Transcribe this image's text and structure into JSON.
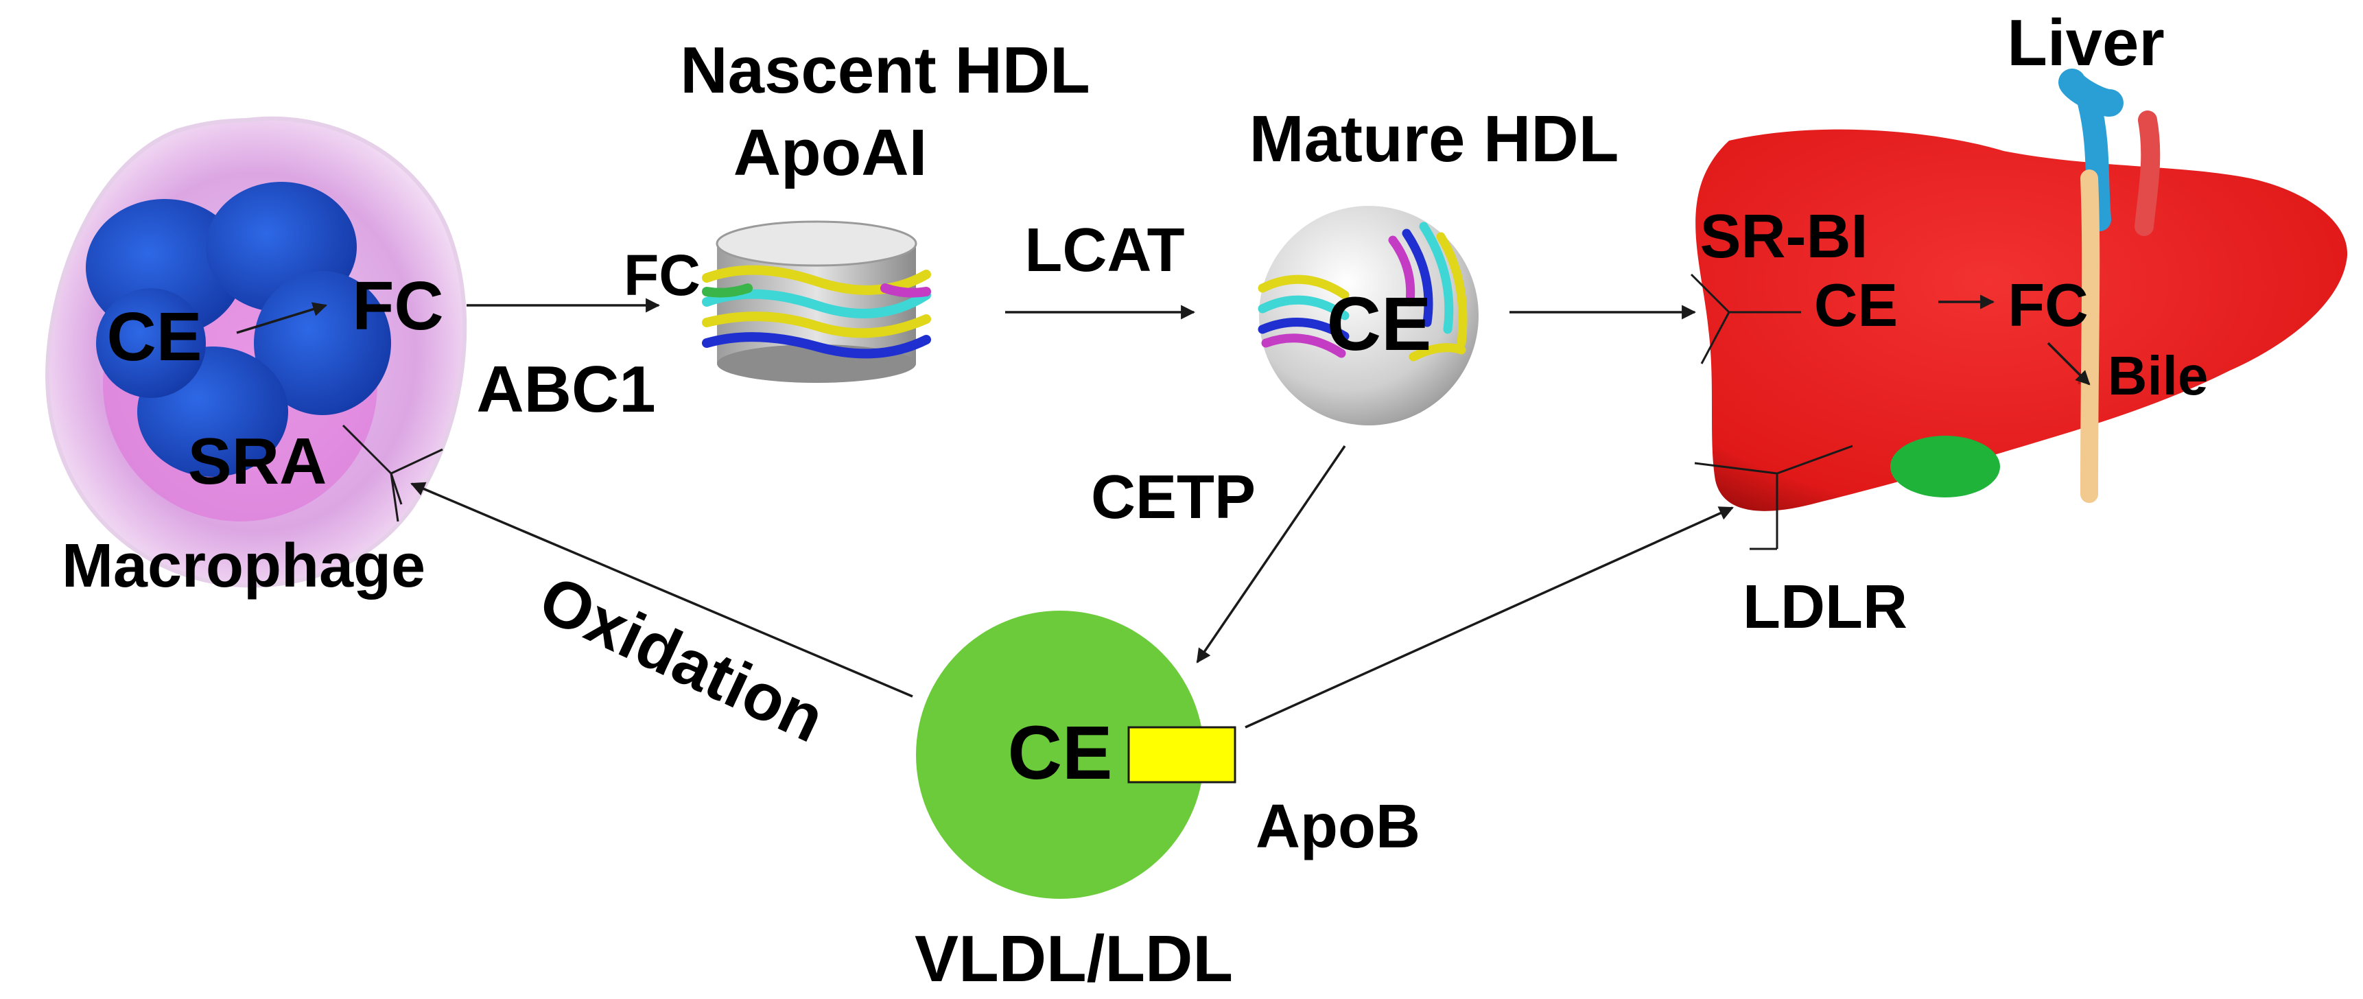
{
  "labels": {
    "nascent_hdl": "Nascent HDL",
    "apoai": "ApoAI",
    "mature_hdl": "Mature HDL",
    "liver": "Liver",
    "sr_bi": "SR-BI",
    "lcat": "LCAT",
    "fc_nascent": "FC",
    "fc_macrophage": "FC",
    "ce_macrophage": "CE",
    "abc1": "ABC1",
    "sra": "SRA",
    "macrophage": "Macrophage",
    "ce_mature": "CE",
    "ce_liver": "CE",
    "fc_liver": "FC",
    "bile": "Bile",
    "cetp": "CETP",
    "ldlr": "LDLR",
    "oxidation": "Oxidation",
    "ce_ldl": "CE",
    "apob": "ApoB",
    "vldl_ldl": "VLDL/LDL"
  },
  "colors": {
    "liver": "#e81d1d",
    "liver_dark": "#b80f0f",
    "gallbladder": "#1fb33a",
    "bile_duct": "#f2c98e",
    "hepatic_vein": "#2a9fd6",
    "artery": "#e34a4a",
    "ldl_particle": "#6ccb3a",
    "apob_box": "#ffff00",
    "macrophage_cytoplasm": "#e6b3ec",
    "macrophage_nucleus": "#1f4fd1",
    "hdl_sphere": "#d8d8d8",
    "helix_yellow": "#e0d61a",
    "helix_cyan": "#3fd6d6",
    "helix_blue": "#1f2fd0",
    "helix_green": "#39b54a",
    "helix_magenta": "#c43bc4"
  }
}
